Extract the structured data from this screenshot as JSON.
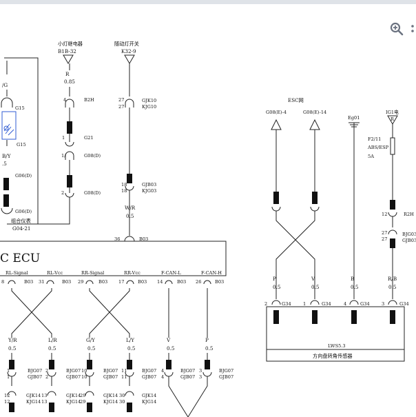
{
  "toolbar": {
    "zoom_icon": "zoom-in-icon",
    "more_icon": "more-vertical-icon"
  },
  "top_sources": {
    "relay": {
      "name": "小灯继电器",
      "code": "B1B-32",
      "wire": "R",
      "gauge": "0.85",
      "plug": "B2H"
    },
    "switch": {
      "name": "随动灯开关",
      "code": "K32-9",
      "pins": "27",
      "conn1": "GJK10",
      "conn2": "KJG10"
    }
  },
  "cluster": {
    "wire_top": "/G",
    "conn_g15a": "G15",
    "conn_g15b": "G15",
    "wire_by": "B/Y",
    "gauge": ".5",
    "g06d_a": "G06(D)",
    "g06d_b": "G06(D)",
    "name": "组合仪表",
    "code": "G04-21"
  },
  "middle_column": {
    "b2h": "B2H",
    "pin4": "4",
    "g21": "G21",
    "pin1": "1",
    "pin_cross": "1/",
    "g08d_a": "G08(D)",
    "pin2": "2",
    "g08d_b": "G08(D)",
    "pin18": "18",
    "gjb03": "GJB03",
    "kjg03": "KJG03",
    "wr": "W/R",
    "gauge": "0.5",
    "pin36": "36",
    "b03": "B03"
  },
  "ecu": {
    "label": "C ECU",
    "pins": [
      {
        "num": "8",
        "name": "RL-Signal",
        "conn": "B03"
      },
      {
        "num": "31",
        "name": "RL-Vcc",
        "conn": "B03"
      },
      {
        "num": "29",
        "name": "RR-Signal",
        "conn": "B03"
      },
      {
        "num": "17",
        "name": "RR-Vcc",
        "conn": "B03"
      },
      {
        "num": "14",
        "name": "F-CAN-L",
        "conn": "B03"
      },
      {
        "num": "26",
        "name": "F-CAN-H",
        "conn": "B03"
      }
    ]
  },
  "lower_wires": [
    {
      "color": "Y/R",
      "gauge": "0.5",
      "pinA": "1",
      "pinB": "12",
      "conn1": "BJG07",
      "conn2": "GJB07",
      "conn3": ""
    },
    {
      "color": "L/R",
      "gauge": "0.5",
      "pinA": "2",
      "pinB": "13",
      "conn1": "BJG07",
      "conn2": "GJB07",
      "conn3": "GJK14"
    },
    {
      "color": "G/Y",
      "gauge": "0.5",
      "pinA": "10",
      "pinB": "29",
      "conn1": "BJG07",
      "conn2": "GJB07",
      "conn3": "KJG14"
    },
    {
      "color": "L/Y",
      "gauge": "0.5",
      "pinA": "11",
      "pinB": "30",
      "conn1": "BJG07",
      "conn2": "GJB07",
      "conn3": "GJK14"
    },
    {
      "color": "V",
      "gauge": "0.5",
      "pinA": "4",
      "pinB": "",
      "conn1": "BJG07",
      "conn2": "GJB07",
      "conn3": "GJK14"
    },
    {
      "color": "P",
      "gauge": "0.5",
      "pinA": "3",
      "pinB": "",
      "conn1": "BJG07",
      "conn2": "GJB07",
      "conn3": ""
    }
  ],
  "lower_extra": {
    "kjg14_a": "KJG14",
    "kjg14_b": "KJG14",
    "kjg14_c": "KJG14",
    "gjk14_a": "GJK14"
  },
  "esc": {
    "title": "ESC网",
    "conn1": "G08(E)-4",
    "conn2": "G08(E)-14",
    "ground": "Eg01",
    "ig1": "IG1电",
    "ig1_wire": "R",
    "fuse_code": "F2/11",
    "fuse_name": "ABS/ESP",
    "fuse_amp": "5A",
    "pin12": "12",
    "r2h": "R2H",
    "pin27": "27",
    "bjg03": "BJG03",
    "gjb03": "GJB03"
  },
  "sensor": {
    "wires": [
      {
        "color": "P",
        "gauge": "0.5",
        "pin": "2",
        "conn": "G34"
      },
      {
        "color": "V",
        "gauge": "0.5",
        "pin": "1",
        "conn": "G34"
      },
      {
        "color": "B",
        "gauge": "0.5",
        "pin": "4",
        "conn": "G34"
      },
      {
        "color": "R/B",
        "gauge": "0.5",
        "pin": "3",
        "conn": "G34"
      }
    ],
    "model": "LWS5.3",
    "name": "方向盘转角传感器"
  }
}
